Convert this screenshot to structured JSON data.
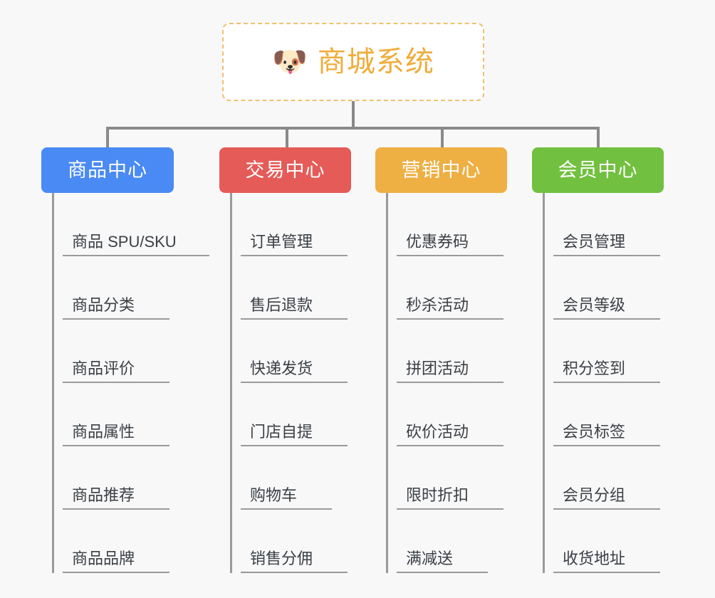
{
  "page": {
    "background_color": "#f8f8f8",
    "type": "organization-chart"
  },
  "root": {
    "icon": "dog-face-icon",
    "icon_glyph": "🐶",
    "title": "商城系统",
    "text_color": "#efad3c",
    "border_color": "#f0c070",
    "background_color": "#ffffff"
  },
  "connector": {
    "color": "#8a8a8a"
  },
  "columns": [
    {
      "id": "product-center",
      "title": "商品中心",
      "color": "#4a8af4",
      "items": [
        "商品 SPU/SKU",
        "商品分类",
        "商品评价",
        "商品属性",
        "商品推荐",
        "商品品牌"
      ]
    },
    {
      "id": "trade-center",
      "title": "交易中心",
      "color": "#e55b58",
      "items": [
        "订单管理",
        "售后退款",
        "快递发货",
        "门店自提",
        "购物车",
        "销售分佣"
      ]
    },
    {
      "id": "marketing-center",
      "title": "营销中心",
      "color": "#eeaf43",
      "items": [
        "优惠券码",
        "秒杀活动",
        "拼团活动",
        "砍价活动",
        "限时折扣",
        "满减送"
      ]
    },
    {
      "id": "member-center",
      "title": "会员中心",
      "color": "#72c040",
      "items": [
        "会员管理",
        "会员等级",
        "积分签到",
        "会员标签",
        "会员分组",
        "收货地址"
      ]
    }
  ]
}
